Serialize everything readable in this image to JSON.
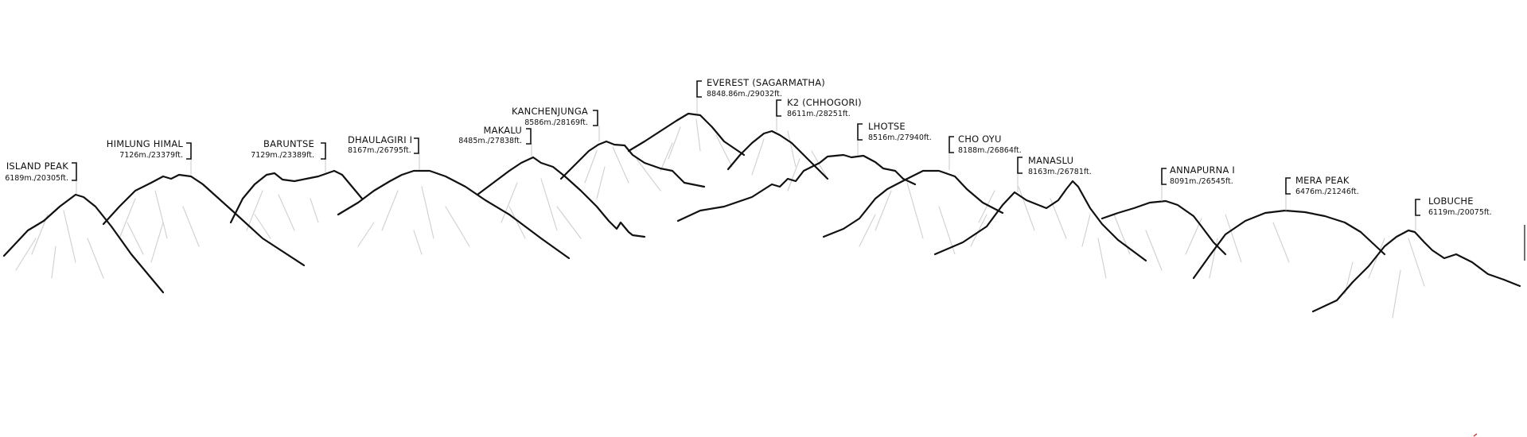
{
  "peaks": [
    {
      "name": "ISLAND PEAK",
      "height": "6189m./20305ft."
    },
    {
      "name": "HIMLUNG HIMAL",
      "height": "7126m./23379ft."
    },
    {
      "name": "BARUNTSE",
      "height": "7129m./23389ft."
    },
    {
      "name": "DHAULAGIRI I",
      "height": "8167m./26795ft."
    },
    {
      "name": "MAKALU",
      "height": "8485m./27838ft."
    },
    {
      "name": "KANCHENJUNGA",
      "height": "8586m./28169ft."
    },
    {
      "name": "EVEREST (SAGARMATHA)",
      "height": "8848.86m./29032ft."
    },
    {
      "name": "K2 (CHHOGORI)",
      "height": "8611m./28251ft."
    },
    {
      "name": "LHOTSE",
      "height": "8516m./27940ft."
    },
    {
      "name": "CHO OYU",
      "height": "8188m./26864ft."
    },
    {
      "name": "MANASLU",
      "height": "8163m./26781ft."
    },
    {
      "name": "ANNAPURNA I",
      "height": "8091m./26545ft."
    },
    {
      "name": "MERA PEAK",
      "height": "6476m./21246ft."
    },
    {
      "name": "LOBUCHE",
      "height": "6119m./20075ft."
    }
  ]
}
